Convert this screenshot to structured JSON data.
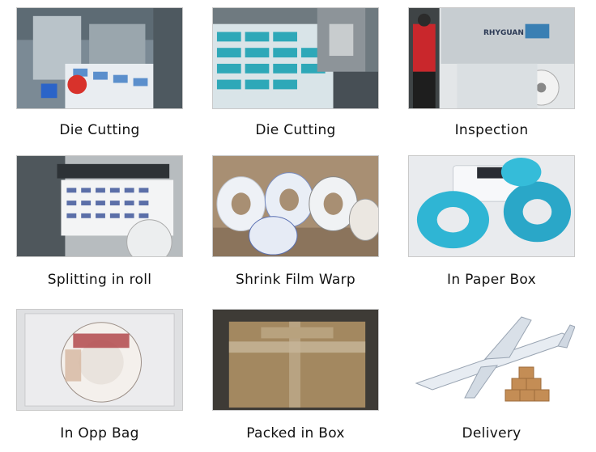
{
  "steps": [
    {
      "label": "Die Cutting"
    },
    {
      "label": "Die Cutting"
    },
    {
      "label": "Inspection",
      "machine_brand": "RHYGUAN"
    },
    {
      "label": "Splitting in roll"
    },
    {
      "label": "Shrink Film Warp"
    },
    {
      "label": "In Paper Box"
    },
    {
      "label": "In Opp Bag"
    },
    {
      "label": "Packed in Box"
    },
    {
      "label": "Delivery"
    }
  ]
}
